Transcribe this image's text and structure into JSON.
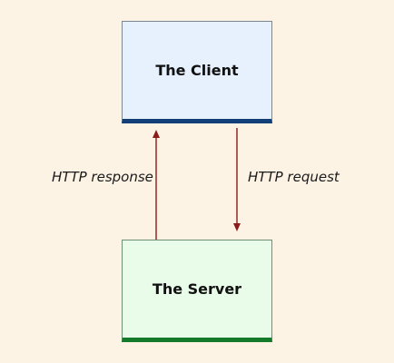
{
  "diagram": {
    "nodes": {
      "client": {
        "label": "The Client"
      },
      "server": {
        "label": "The Server"
      }
    },
    "edges": {
      "response": {
        "label": "HTTP response",
        "from": "The Server",
        "to": "The Client"
      },
      "request": {
        "label": "HTTP request",
        "from": "The Client",
        "to": "The Server"
      }
    }
  },
  "colors": {
    "background": "#fcf3e5",
    "client_fill": "#e6f1fd",
    "client_accent": "#123f78",
    "server_fill": "#e9fbe9",
    "server_accent": "#137a2a",
    "arrow": "#8b1a1a"
  }
}
